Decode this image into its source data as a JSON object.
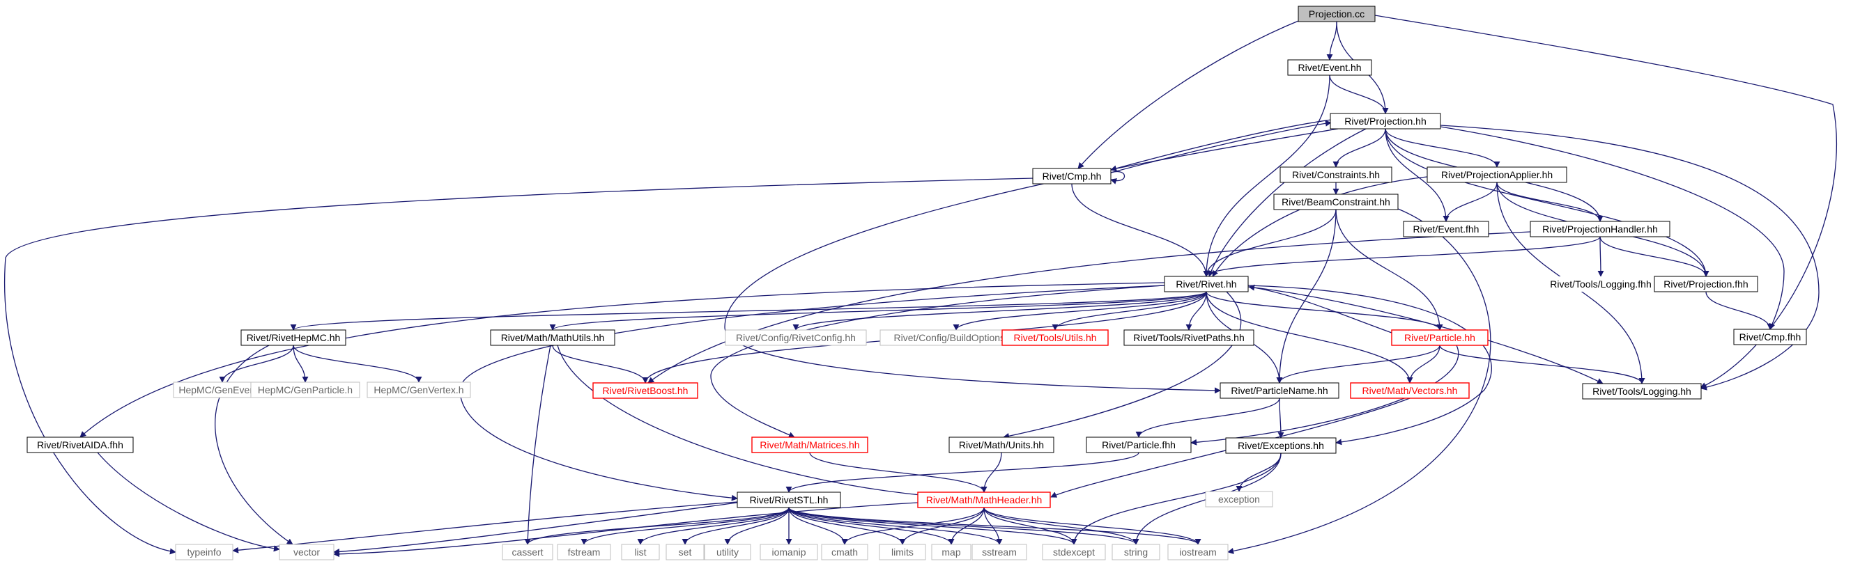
{
  "chart_data": {
    "type": "diagram",
    "nodes": [
      {
        "id": "projection_cc",
        "label": "Projection.cc",
        "style": "root"
      },
      {
        "id": "event_hh",
        "label": "Rivet/Event.hh",
        "style": "documented"
      },
      {
        "id": "projection_hh",
        "label": "Rivet/Projection.hh",
        "style": "documented"
      },
      {
        "id": "cmp_hh",
        "label": "Rivet/Cmp.hh",
        "style": "documented"
      },
      {
        "id": "constraints_hh",
        "label": "Rivet/Constraints.hh",
        "style": "documented"
      },
      {
        "id": "projectionapplier_hh",
        "label": "Rivet/ProjectionApplier.hh",
        "style": "documented"
      },
      {
        "id": "beamconstraint_hh",
        "label": "Rivet/BeamConstraint.hh",
        "style": "documented"
      },
      {
        "id": "event_fhh",
        "label": "Rivet/Event.fhh",
        "style": "documented"
      },
      {
        "id": "projectionhandler_hh",
        "label": "Rivet/ProjectionHandler.hh",
        "style": "documented"
      },
      {
        "id": "rivet_hh",
        "label": "Rivet/Rivet.hh",
        "style": "documented"
      },
      {
        "id": "tools_logging_fhh",
        "label": "Rivet/Tools/Logging.fhh",
        "style": "plain"
      },
      {
        "id": "projection_fhh",
        "label": "Rivet/Projection.fhh",
        "style": "documented"
      },
      {
        "id": "cmp_fhh",
        "label": "Rivet/Cmp.fhh",
        "style": "documented"
      },
      {
        "id": "rivethepmc_hh",
        "label": "Rivet/RivetHepMC.hh",
        "style": "documented"
      },
      {
        "id": "mathutils_hh",
        "label": "Rivet/Math/MathUtils.hh",
        "style": "documented"
      },
      {
        "id": "rivetconfig_hh",
        "label": "Rivet/Config/RivetConfig.hh",
        "style": "external"
      },
      {
        "id": "buildoptions_hh",
        "label": "Rivet/Config/BuildOptions.hh",
        "style": "external"
      },
      {
        "id": "tools_utils_hh",
        "label": "Rivet/Tools/Utils.hh",
        "style": "red"
      },
      {
        "id": "rivetpaths_hh",
        "label": "Rivet/Tools/RivetPaths.hh",
        "style": "documented"
      },
      {
        "id": "particle_hh",
        "label": "Rivet/Particle.hh",
        "style": "red"
      },
      {
        "id": "hepmc_genevent",
        "label": "HepMC/GenEvent.h",
        "style": "external"
      },
      {
        "id": "hepmc_genparticle",
        "label": "HepMC/GenParticle.h",
        "style": "external"
      },
      {
        "id": "hepmc_genvertex",
        "label": "HepMC/GenVertex.h",
        "style": "external"
      },
      {
        "id": "rivetboost_hh",
        "label": "Rivet/RivetBoost.hh",
        "style": "red"
      },
      {
        "id": "particlename_hh",
        "label": "Rivet/ParticleName.hh",
        "style": "documented"
      },
      {
        "id": "vectors_hh",
        "label": "Rivet/Math/Vectors.hh",
        "style": "red"
      },
      {
        "id": "tools_logging_hh",
        "label": "Rivet/Tools/Logging.hh",
        "style": "documented"
      },
      {
        "id": "rivetaida_fhh",
        "label": "Rivet/RivetAIDA.fhh",
        "style": "documented"
      },
      {
        "id": "matrices_hh",
        "label": "Rivet/Math/Matrices.hh",
        "style": "red"
      },
      {
        "id": "units_hh",
        "label": "Rivet/Math/Units.hh",
        "style": "documented"
      },
      {
        "id": "particle_fhh",
        "label": "Rivet/Particle.fhh",
        "style": "documented"
      },
      {
        "id": "exceptions_hh",
        "label": "Rivet/Exceptions.hh",
        "style": "documented"
      },
      {
        "id": "exception",
        "label": "exception",
        "style": "external"
      },
      {
        "id": "rivetstl_hh",
        "label": "Rivet/RivetSTL.hh",
        "style": "documented"
      },
      {
        "id": "mathheader_hh",
        "label": "Rivet/Math/MathHeader.hh",
        "style": "red"
      },
      {
        "id": "typeinfo",
        "label": "typeinfo",
        "style": "external"
      },
      {
        "id": "vector",
        "label": "vector",
        "style": "external"
      },
      {
        "id": "cassert",
        "label": "cassert",
        "style": "external"
      },
      {
        "id": "fstream",
        "label": "fstream",
        "style": "external"
      },
      {
        "id": "list",
        "label": "list",
        "style": "external"
      },
      {
        "id": "set",
        "label": "set",
        "style": "external"
      },
      {
        "id": "utility",
        "label": "utility",
        "style": "external"
      },
      {
        "id": "iomanip",
        "label": "iomanip",
        "style": "external"
      },
      {
        "id": "cmath",
        "label": "cmath",
        "style": "external"
      },
      {
        "id": "limits",
        "label": "limits",
        "style": "external"
      },
      {
        "id": "map",
        "label": "map",
        "style": "external"
      },
      {
        "id": "sstream",
        "label": "sstream",
        "style": "external"
      },
      {
        "id": "stdexcept",
        "label": "stdexcept",
        "style": "external"
      },
      {
        "id": "string",
        "label": "string",
        "style": "external"
      },
      {
        "id": "iostream",
        "label": "iostream",
        "style": "external"
      }
    ],
    "edges": [
      [
        "projection_cc",
        "event_hh"
      ],
      [
        "projection_cc",
        "projection_hh"
      ],
      [
        "projection_cc",
        "cmp_hh"
      ],
      [
        "projection_cc",
        "tools_logging_hh"
      ],
      [
        "event_hh",
        "projection_hh"
      ],
      [
        "event_hh",
        "rivet_hh"
      ],
      [
        "projection_hh",
        "cmp_hh"
      ],
      [
        "projection_hh",
        "constraints_hh"
      ],
      [
        "projection_hh",
        "projectionapplier_hh"
      ],
      [
        "projection_hh",
        "event_fhh"
      ],
      [
        "projection_hh",
        "projectionhandler_hh"
      ],
      [
        "projection_hh",
        "rivet_hh"
      ],
      [
        "projection_hh",
        "projection_fhh"
      ],
      [
        "projection_hh",
        "cmp_fhh"
      ],
      [
        "projection_hh",
        "tools_logging_hh"
      ],
      [
        "projection_hh",
        "particlename_hh"
      ],
      [
        "cmp_hh",
        "projection_hh"
      ],
      [
        "cmp_hh",
        "cmp_hh"
      ],
      [
        "cmp_hh",
        "rivet_hh"
      ],
      [
        "cmp_hh",
        "typeinfo"
      ],
      [
        "constraints_hh",
        "beamconstraint_hh"
      ],
      [
        "projectionapplier_hh",
        "event_fhh"
      ],
      [
        "projectionapplier_hh",
        "projectionhandler_hh"
      ],
      [
        "projectionapplier_hh",
        "projection_fhh"
      ],
      [
        "projectionapplier_hh",
        "rivet_hh"
      ],
      [
        "projectionapplier_hh",
        "tools_logging_hh"
      ],
      [
        "beamconstraint_hh",
        "rivet_hh"
      ],
      [
        "beamconstraint_hh",
        "particle_hh"
      ],
      [
        "beamconstraint_hh",
        "particlename_hh"
      ],
      [
        "beamconstraint_hh",
        "iostream"
      ],
      [
        "projectionhandler_hh",
        "rivet_hh"
      ],
      [
        "projectionhandler_hh",
        "tools_logging_fhh"
      ],
      [
        "projectionhandler_hh",
        "projection_fhh"
      ],
      [
        "projectionhandler_hh",
        "rivetboost_hh"
      ],
      [
        "projection_fhh",
        "cmp_fhh"
      ],
      [
        "rivet_hh",
        "rivethepmc_hh"
      ],
      [
        "rivet_hh",
        "mathutils_hh"
      ],
      [
        "rivet_hh",
        "rivetconfig_hh"
      ],
      [
        "rivet_hh",
        "buildoptions_hh"
      ],
      [
        "rivet_hh",
        "tools_utils_hh"
      ],
      [
        "rivet_hh",
        "rivetpaths_hh"
      ],
      [
        "rivet_hh",
        "particle_hh"
      ],
      [
        "rivet_hh",
        "rivetboost_hh"
      ],
      [
        "rivet_hh",
        "particlename_hh"
      ],
      [
        "rivet_hh",
        "vectors_hh"
      ],
      [
        "rivet_hh",
        "tools_logging_hh"
      ],
      [
        "rivet_hh",
        "rivetaida_fhh"
      ],
      [
        "rivet_hh",
        "matrices_hh"
      ],
      [
        "rivet_hh",
        "units_hh"
      ],
      [
        "rivet_hh",
        "exceptions_hh"
      ],
      [
        "rivet_hh",
        "rivetstl_hh"
      ],
      [
        "particle_hh",
        "rivet_hh"
      ],
      [
        "particle_hh",
        "particlename_hh"
      ],
      [
        "particle_hh",
        "vectors_hh"
      ],
      [
        "particle_hh",
        "tools_logging_hh"
      ],
      [
        "particle_hh",
        "particle_fhh"
      ],
      [
        "rivethepmc_hh",
        "hepmc_genevent"
      ],
      [
        "rivethepmc_hh",
        "hepmc_genparticle"
      ],
      [
        "rivethepmc_hh",
        "hepmc_genvertex"
      ],
      [
        "rivethepmc_hh",
        "vector"
      ],
      [
        "mathutils_hh",
        "rivetboost_hh"
      ],
      [
        "mathutils_hh",
        "mathheader_hh"
      ],
      [
        "mathutils_hh",
        "cassert"
      ],
      [
        "particlename_hh",
        "particle_fhh"
      ],
      [
        "particlename_hh",
        "exceptions_hh"
      ],
      [
        "vectors_hh",
        "mathheader_hh"
      ],
      [
        "rivetaida_fhh",
        "vector"
      ],
      [
        "matrices_hh",
        "mathheader_hh"
      ],
      [
        "units_hh",
        "mathheader_hh"
      ],
      [
        "particle_fhh",
        "rivetstl_hh"
      ],
      [
        "exceptions_hh",
        "exception"
      ],
      [
        "exceptions_hh",
        "stdexcept"
      ],
      [
        "exceptions_hh",
        "string"
      ],
      [
        "rivetstl_hh",
        "typeinfo"
      ],
      [
        "rivetstl_hh",
        "vector"
      ],
      [
        "rivetstl_hh",
        "cassert"
      ],
      [
        "rivetstl_hh",
        "fstream"
      ],
      [
        "rivetstl_hh",
        "list"
      ],
      [
        "rivetstl_hh",
        "set"
      ],
      [
        "rivetstl_hh",
        "utility"
      ],
      [
        "rivetstl_hh",
        "iomanip"
      ],
      [
        "rivetstl_hh",
        "cmath"
      ],
      [
        "rivetstl_hh",
        "limits"
      ],
      [
        "rivetstl_hh",
        "map"
      ],
      [
        "rivetstl_hh",
        "sstream"
      ],
      [
        "rivetstl_hh",
        "stdexcept"
      ],
      [
        "rivetstl_hh",
        "string"
      ],
      [
        "rivetstl_hh",
        "iostream"
      ],
      [
        "mathheader_hh",
        "vector"
      ],
      [
        "mathheader_hh",
        "cmath"
      ],
      [
        "mathheader_hh",
        "limits"
      ],
      [
        "mathheader_hh",
        "map"
      ],
      [
        "mathheader_hh",
        "sstream"
      ],
      [
        "mathheader_hh",
        "stdexcept"
      ],
      [
        "mathheader_hh",
        "string"
      ],
      [
        "mathheader_hh",
        "iostream"
      ]
    ],
    "colors": {
      "edge": "#191970",
      "documented_border": "#000000",
      "external_border": "#bfbfbf",
      "red_border": "#ff0000",
      "root_fill": "#bfbfbf",
      "text": "#000000"
    }
  }
}
